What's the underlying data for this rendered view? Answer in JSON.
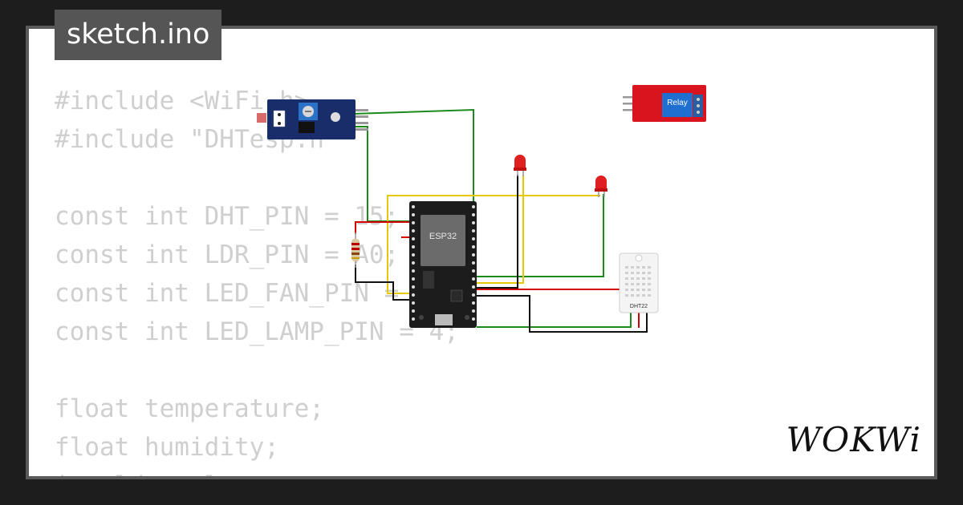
{
  "title": "sketch.ino",
  "brand": "WOKWi",
  "code_lines": [
    "#include <WiFi.h>",
    "#include \"DHTesp.h\"",
    "",
    "const int DHT_PIN = 15;",
    "const int LDR_PIN = A0;",
    "const int LED_FAN_PIN = 2;",
    "const int LED_LAMP_PIN = 4;",
    "",
    "float temperature;",
    "float humidity;",
    "int ldr_value;"
  ],
  "components": {
    "esp32": {
      "label": "ESP32"
    },
    "dht": {
      "label": "DHT22"
    },
    "relay": {
      "label": "Relay"
    },
    "ldr_module": {
      "icon": "ldr-sensor-module"
    }
  },
  "colors": {
    "background": "#1d1d1d",
    "canvas": "#ffffff",
    "tab": "#555555",
    "code": "#cfcfcf",
    "wire_green": "#1a8a1a",
    "wire_yellow": "#f0d000",
    "wire_red": "#d40000",
    "wire_black": "#111111"
  }
}
